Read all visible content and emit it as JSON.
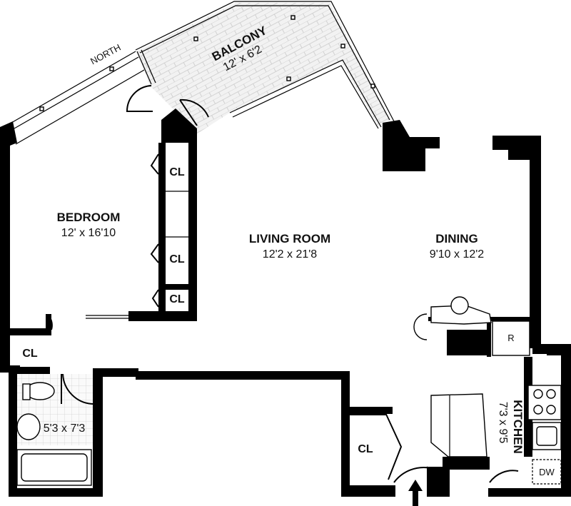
{
  "compass": {
    "label": "NORTH"
  },
  "rooms": {
    "balcony": {
      "name": "BALCONY",
      "dims": "12' x 6'2"
    },
    "bedroom": {
      "name": "BEDROOM",
      "dims": "12' x 16'10"
    },
    "living": {
      "name": "LIVING ROOM",
      "dims": "12'2 x 21'8"
    },
    "dining": {
      "name": "DINING",
      "dims": "9'10 x 12'2"
    },
    "kitchen": {
      "name": "KITCHEN",
      "dims": "7'3 x 9'5"
    },
    "bath": {
      "dims": "5'3 x 7'3"
    }
  },
  "closets": {
    "cl1": "CL",
    "cl2": "CL",
    "cl3": "CL",
    "cl4": "CL",
    "cl5": "CL"
  },
  "appliances": {
    "fridge": "R",
    "dishwasher": "DW"
  },
  "colors": {
    "wall": "#000000",
    "paving": "#e8e8e8",
    "bath_tile": "#eeeeee"
  }
}
